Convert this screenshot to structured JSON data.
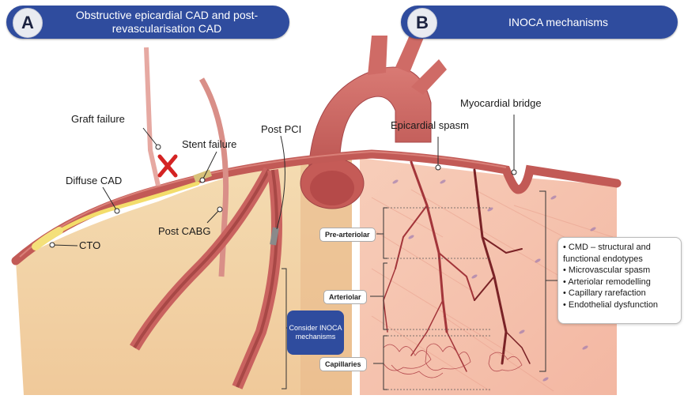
{
  "panel_a": {
    "badge": "A",
    "title": "Obstructive epicardial CAD and post-revascularisation CAD",
    "labels": {
      "graft_failure": "Graft failure",
      "stent_failure": "Stent failure",
      "post_pci": "Post PCI",
      "diffuse_cad": "Diffuse CAD",
      "post_cabg": "Post CABG",
      "cto": "CTO"
    },
    "consider": "Consider INOCA mechanisms"
  },
  "panel_b": {
    "badge": "B",
    "title": "INOCA mechanisms",
    "labels": {
      "myocardial_bridge": "Myocardial bridge",
      "epicardial_spasm": "Epicardial spasm"
    },
    "levels": [
      "Pre-arteriolar",
      "Arteriolar",
      "Capillaries"
    ],
    "mechanisms": [
      "CMD – structural and functional endotypes",
      "Microvascular spasm",
      "Arteriolar remodelling",
      "Capillary rarefaction",
      "Endothelial dysfunction"
    ]
  },
  "colors": {
    "pill": "#2f4c9e",
    "vessel": "#c9625f",
    "tissue_a": "#f1d3a4",
    "tissue_b": "#f6c3b2",
    "microvessel": "#a3353a"
  }
}
